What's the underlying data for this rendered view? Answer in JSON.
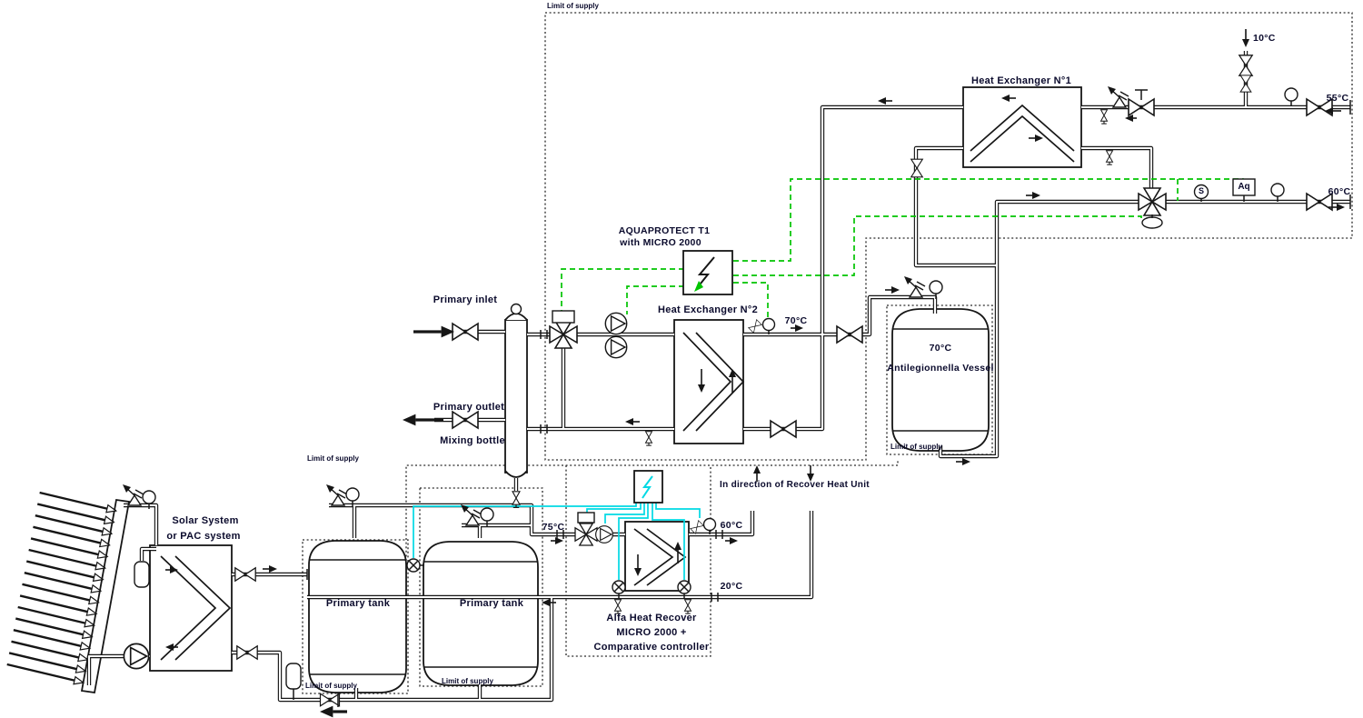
{
  "colors": {
    "pipe": "#161616",
    "text": "#0a0a2c",
    "green": "#00c400",
    "cyan": "#00d9e4",
    "boundary": "#2b2b2b"
  },
  "boundaries": {
    "top": "Limit of supply",
    "tanks": "Limit of supply",
    "tank1": "Limit of supply",
    "tank2": "Limit of supply",
    "vessel": "Limit of supply"
  },
  "top_unit": {
    "hx1_title": "Heat Exchanger N°1",
    "cold_feed": "10°C",
    "dhw_55": "55°C",
    "dhw_60": "60°C",
    "aq_label": "Aq",
    "s_label": "S"
  },
  "aquaprotect": {
    "line1": "AQUAPROTECT T1",
    "line2": "with  MICRO  2000"
  },
  "hx2": {
    "title": "Heat Exchanger N°2",
    "out_temp": "70°C"
  },
  "vessel": {
    "temp": "70°C",
    "name": "Antilegionnella  Vessel"
  },
  "primary": {
    "inlet": "Primary inlet",
    "outlet": "Primary outlet",
    "bottle": "Mixing bottle"
  },
  "note": {
    "direction": "In  direction  of  Recover  Heat  Unit"
  },
  "solar": {
    "line1": "Solar  System",
    "line2": "or  PAC  system"
  },
  "tanks": {
    "tank1": "Primary  tank",
    "tank2": "Primary  tank"
  },
  "alfa": {
    "line1": "Alfa  Heat  Recover",
    "line2": "MICRO  2000  +",
    "line3": "Comparative  controller",
    "supply": "75°C",
    "out": "60°C",
    "cold": "20°C"
  }
}
